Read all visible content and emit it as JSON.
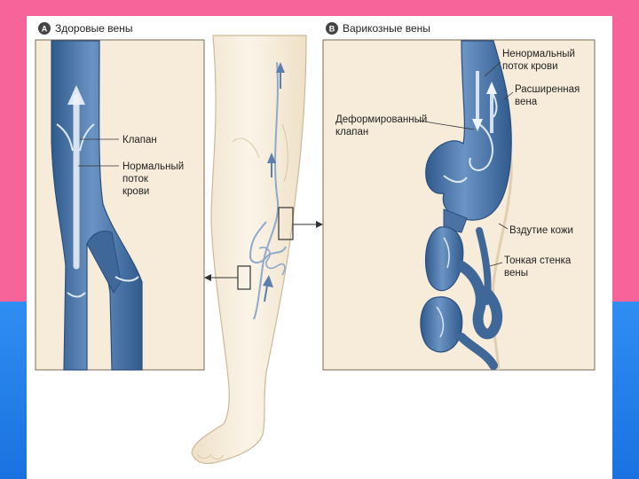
{
  "panel_a": {
    "badge": "A",
    "title": "Здоровые вены",
    "valve_label": "Клапан",
    "flow_label_lines": [
      "Нормальный",
      "поток",
      "крови"
    ]
  },
  "panel_b": {
    "badge": "B",
    "title": "Варикозные вены",
    "abnormal_flow_lines": [
      "Ненормальный",
      "поток крови"
    ],
    "dilated_vein_lines": [
      "Расширенная",
      "вена"
    ],
    "deformed_valve_lines": [
      "Деформированный",
      "клапан"
    ],
    "skin_bulge_label": "Вздутие кожи",
    "thin_wall_lines": [
      "Тонкая стенка",
      "вены"
    ]
  },
  "colors": {
    "vein_blue": "#5b82b3",
    "vein_dark": "#2f5a8c",
    "skin": "#f7ecd9",
    "slide_pink": "#f7649a",
    "slide_blue": "#2f8ef2"
  }
}
